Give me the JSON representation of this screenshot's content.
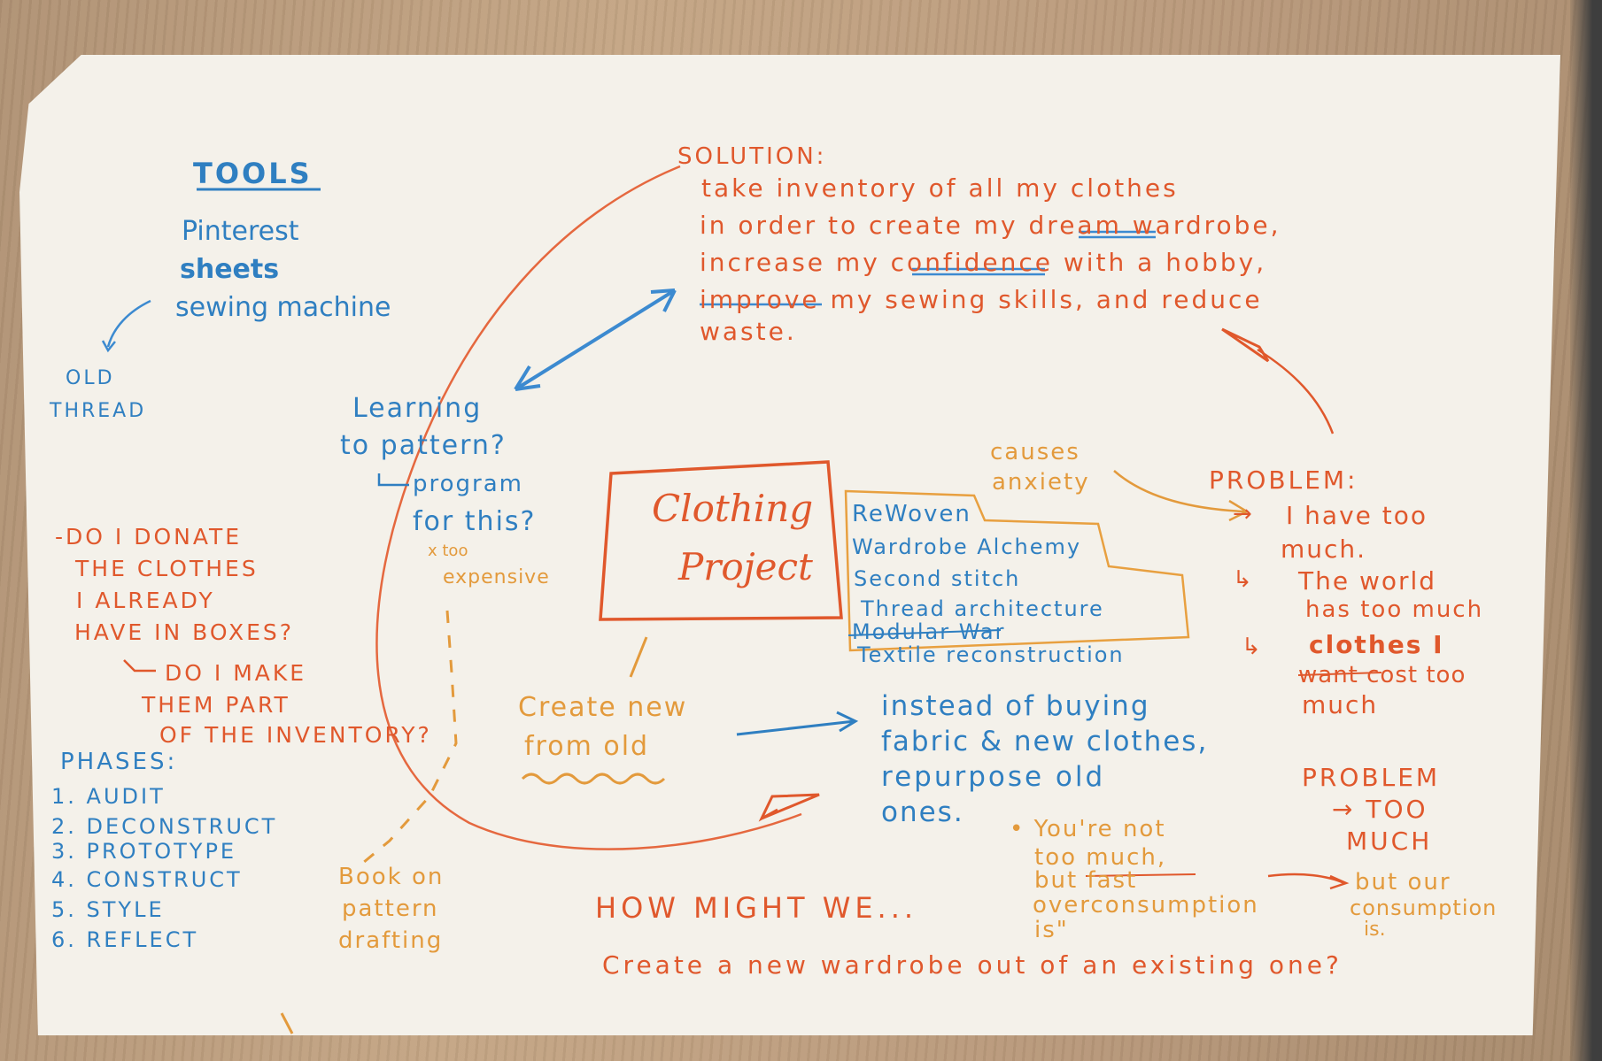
{
  "tools": {
    "title": "TOOLS",
    "items": [
      "Pinterest",
      "sheets",
      "sewing machine"
    ],
    "sub": [
      "OLD",
      "THREAD"
    ]
  },
  "solution": {
    "title": "SOLUTION:",
    "lines": [
      "take inventory of all my clothes",
      "in order to create my dream wardrobe,",
      "increase my confidence with a hobby,",
      "improve my sewing skills, and reduce",
      "waste."
    ]
  },
  "learning": {
    "lines": [
      "Learning",
      "to pattern?"
    ],
    "sub": [
      "program",
      "for this?"
    ],
    "note": [
      "x too",
      "expensive"
    ]
  },
  "donate": {
    "lines": [
      "-DO I DONATE",
      "THE CLOTHES",
      "I ALREADY",
      "HAVE IN BOXES?"
    ],
    "sub": [
      "DO I MAKE",
      "THEM PART",
      "OF THE INVENTORY?"
    ]
  },
  "center": {
    "lines": [
      "Clothing",
      "Project"
    ]
  },
  "causes": [
    "causes",
    "anxiety"
  ],
  "names": [
    "ReWoven",
    "Wardrobe Alchemy",
    "Second stitch",
    "Thread architecture",
    "Modular War",
    "Textile reconstruction"
  ],
  "problem1": {
    "title": "PROBLEM:",
    "items": [
      [
        "I have too",
        "much."
      ],
      [
        "The world",
        "has too much"
      ],
      [
        "clothes I",
        "want cost too",
        "much"
      ]
    ]
  },
  "create_new": [
    "Create new",
    "from old"
  ],
  "instead": [
    "instead of buying",
    "fabric & new clothes,",
    "repurpose old",
    "ones."
  ],
  "phases": {
    "title": "PHASES:",
    "items": [
      "1. AUDIT",
      "2. DECONSTRUCT",
      "3. PROTOTYPE",
      "4. CONSTRUCT",
      "5. STYLE",
      "6. REFLECT"
    ]
  },
  "book": [
    "Book on",
    "pattern",
    "drafting"
  ],
  "quote": [
    "• You're not",
    "too much,",
    "but fast",
    "overconsumption",
    "is\""
  ],
  "problem2": {
    "lines": [
      "PROBLEM",
      "→ TOO",
      "MUCH"
    ],
    "sub": [
      "but our",
      "consumption",
      "is."
    ]
  },
  "hmw": {
    "title": "HOW MIGHT WE...",
    "question": "Create a new wardrobe out of an existing one?"
  }
}
